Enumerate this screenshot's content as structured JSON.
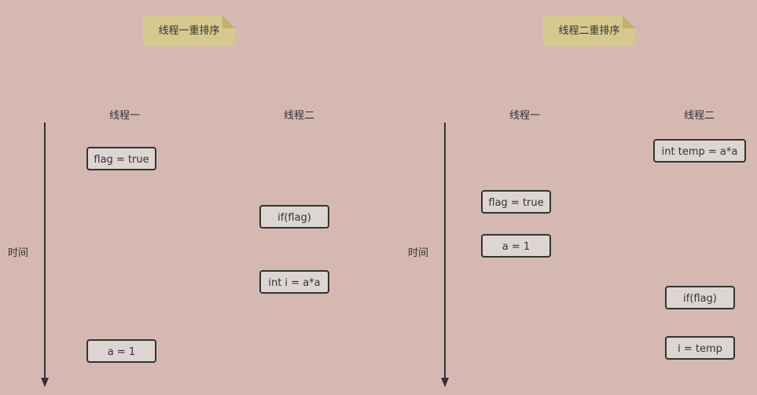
{
  "left": {
    "title": "线程一重排序",
    "col1": "线程一",
    "col2": "线程二",
    "time": "时间",
    "ops": [
      "flag = true",
      "if(flag)",
      "int i = a*a",
      "a = 1"
    ]
  },
  "right": {
    "title": "线程二重排序",
    "col1": "线程一",
    "col2": "线程二",
    "time": "时间",
    "ops": [
      "int temp = a*a",
      "flag = true",
      "a = 1",
      "if(flag)",
      "i = temp"
    ]
  },
  "colors": {
    "background": "#d5b8b2",
    "note": "#d6c98e",
    "box": "#ddd5d2",
    "stroke": "#333333"
  }
}
